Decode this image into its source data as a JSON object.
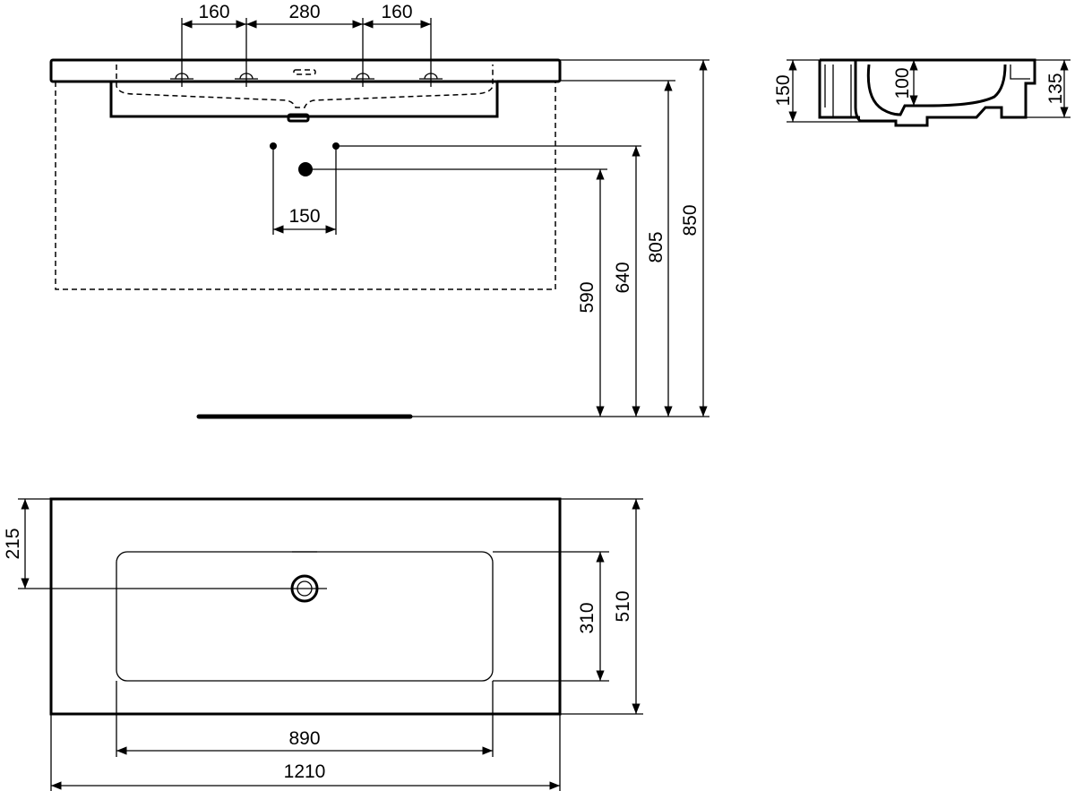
{
  "front_view": {
    "tap_spacing": [
      "160",
      "280",
      "160"
    ],
    "fixing_spacing": "150",
    "heights": {
      "waste": "590",
      "fixings": "640",
      "bowl_top": "805",
      "rim": "850"
    }
  },
  "side_view": {
    "total_height": "150",
    "bowl_depth": "100",
    "back_height": "135"
  },
  "plan_view": {
    "drain_offset": "215",
    "bowl_depth": "310",
    "total_depth": "510",
    "bowl_width": "890",
    "total_width": "1210"
  },
  "colors": {
    "line": "#000000",
    "background": "#ffffff"
  }
}
